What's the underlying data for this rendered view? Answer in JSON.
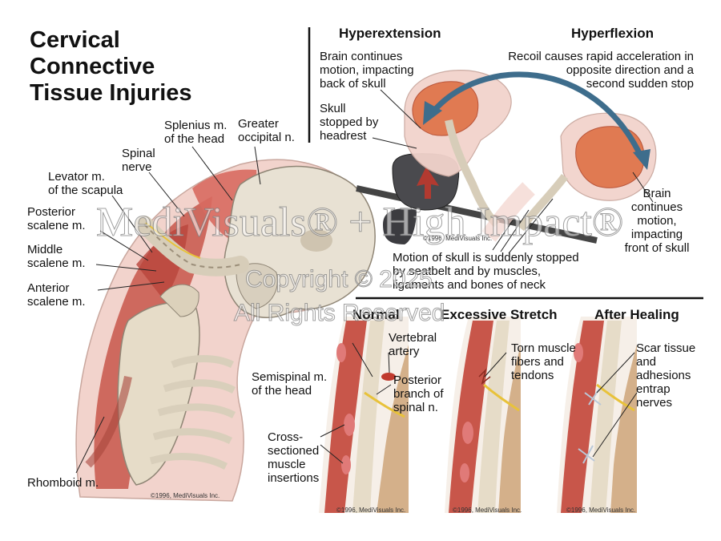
{
  "title": "Cervical\nConnective\nTissue Injuries",
  "panels": {
    "hyperextension": "Hyperextension",
    "hyperflexion": "Hyperflexion",
    "normal": "Normal",
    "excessive_stretch": "Excessive Stretch",
    "after_healing": "After Healing"
  },
  "labels": {
    "splenius": "Splenius m.\nof the head",
    "greater_occipital": "Greater\noccipital n.",
    "spinal_nerve": "Spinal\nnerve",
    "levator": "Levator m.\nof the scapula",
    "posterior_scalene": "Posterior\nscalene m.",
    "middle_scalene": "Middle\nscalene m.",
    "anterior_scalene": "Anterior\nscalene m.",
    "rhomboid": "Rhomboid m.",
    "brain_back": "Brain continues\nmotion, impacting\nback of skull",
    "skull_stopped": "Skull\nstopped by\nheadrest",
    "recoil": "Recoil causes rapid acceleration in\nopposite direction and a\nsecond sudden stop",
    "brain_front": "Brain\ncontinues\nmotion,\nimpacting\nfront of skull",
    "motion_stopped": "Motion of skull is suddenly stopped\nby seatbelt and by muscles,\nligaments and bones of neck",
    "semispinal": "Semispinal m.\nof the head",
    "vertebral_artery": "Vertebral\nartery",
    "posterior_branch": "Posterior\nbranch of\nspinal n.",
    "cross_sectioned": "Cross-\nsectioned\nmuscle\ninsertions",
    "torn_muscle": "Torn muscle\nfibers and\ntendons",
    "scar_tissue": "Scar tissue\nand\nadhesions\nentrap\nnerves"
  },
  "copyrights": {
    "main": "©1996, MediVisuals Inc.",
    "seat": "©1996, MediVisuals Inc.",
    "normal": "©1996, MediVisuals Inc.",
    "stretch": "©1996, MediVisuals Inc.",
    "healing": "©1996, MediVisuals Inc."
  },
  "watermark": {
    "line1": "MediVisuals® + High Impact®",
    "line2": "Copyright © 2025",
    "line3": "All Rights Reserved"
  },
  "colors": {
    "muscle": "#c8564a",
    "bone": "#e6dcc8",
    "skin": "#f2d3cc",
    "arrow": "#3e6d8c",
    "nerve": "#e8c23a",
    "brain": "#e07a52"
  }
}
